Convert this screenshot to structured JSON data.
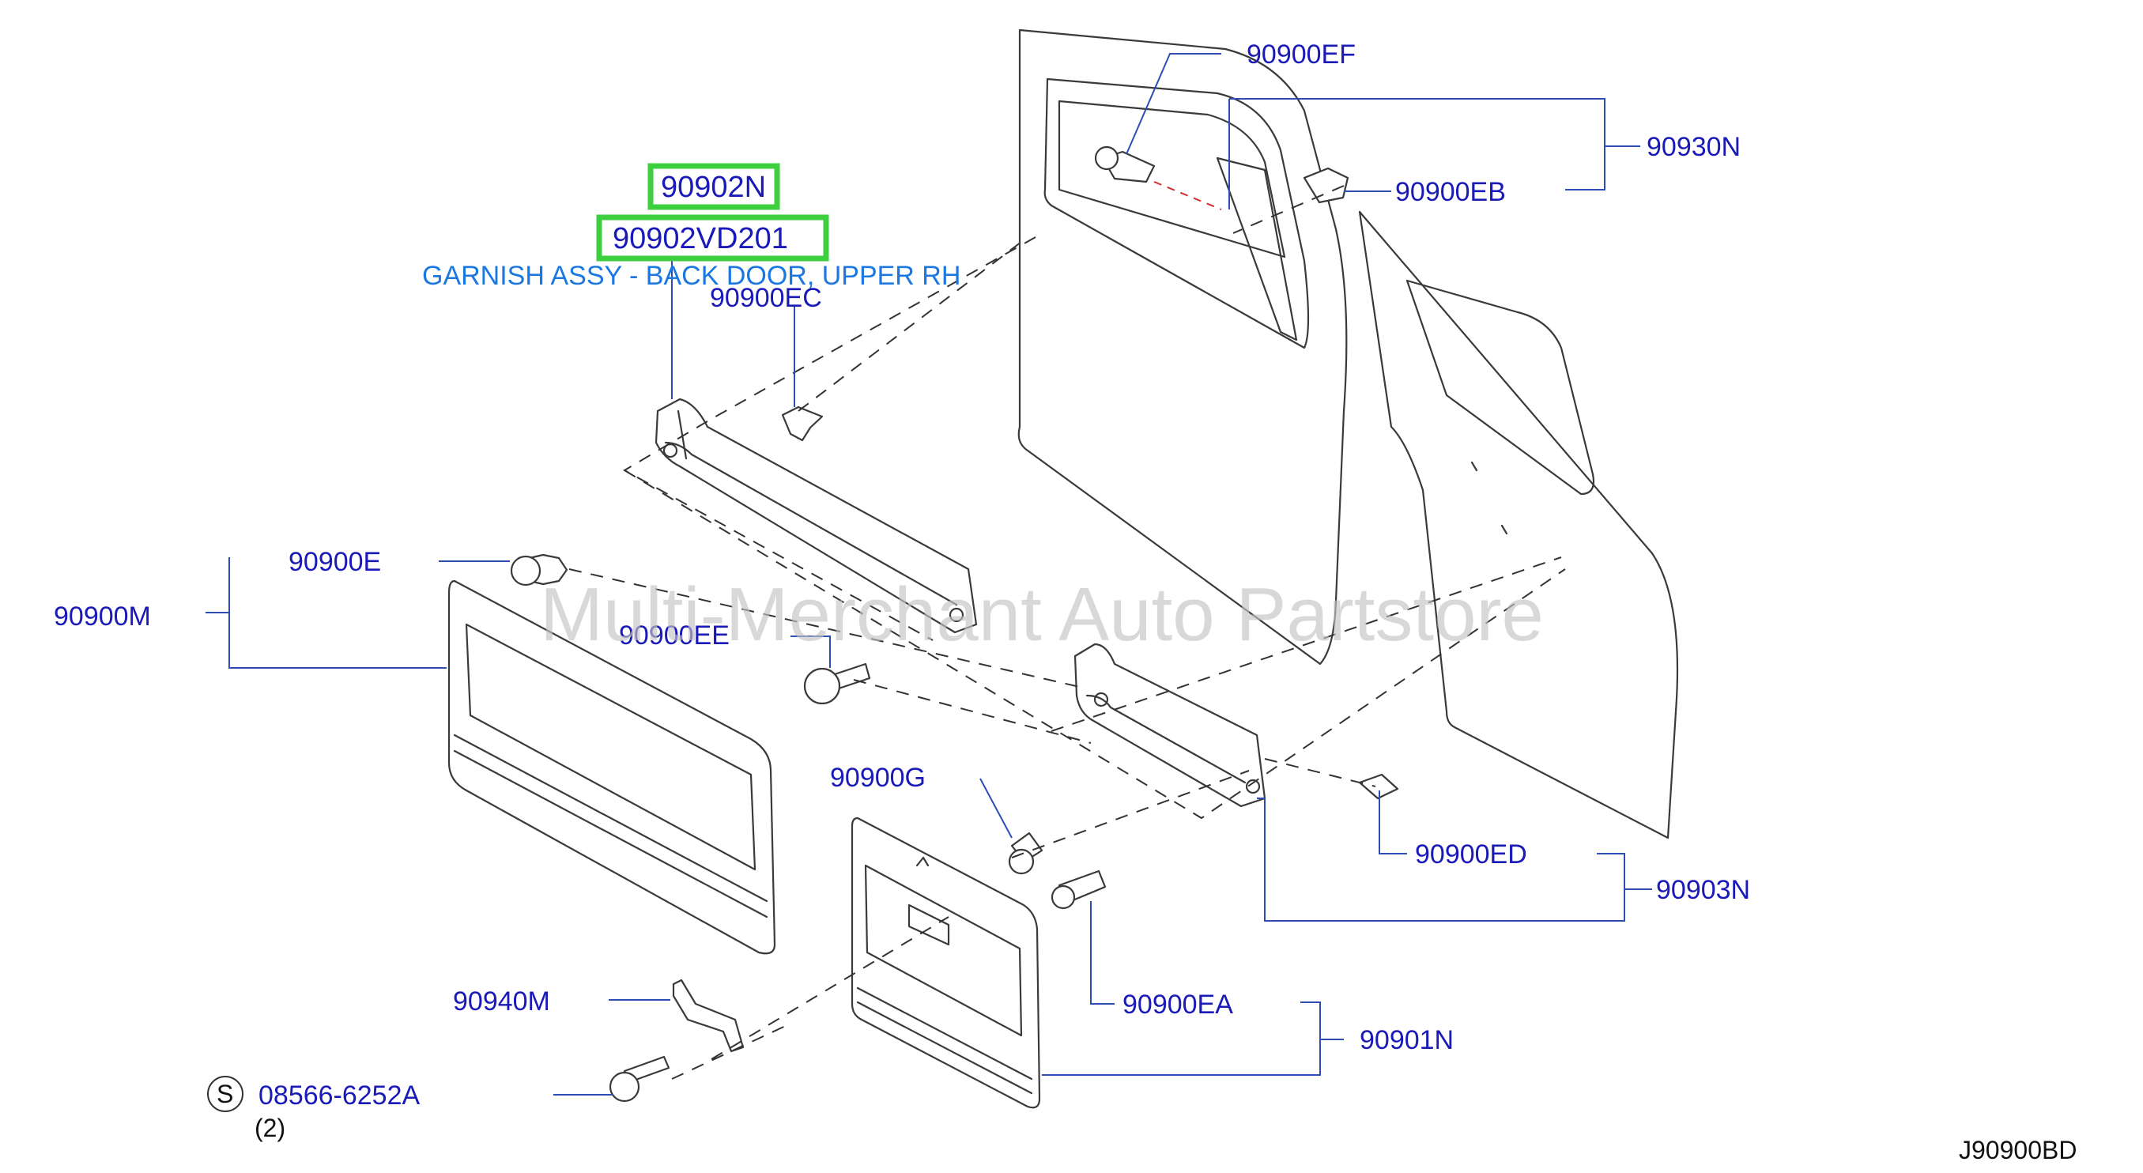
{
  "watermark": "Multi-Merchant Auto Partstore",
  "diagram_code": "J90900BD",
  "highlight": {
    "part_no_1": "90902N",
    "part_no_2": "90902VD201",
    "description": "GARNISH ASSY - BACK DOOR, UPPER RH"
  },
  "callouts": {
    "c_90900EF": "90900EF",
    "c_90930N": "90930N",
    "c_90900EB": "90900EB",
    "c_90900EC": "90900EC",
    "c_90900E": "90900E",
    "c_90900M": "90900M",
    "c_90900EE": "90900EE",
    "c_90900G": "90900G",
    "c_90900ED": "90900ED",
    "c_90903N": "90903N",
    "c_90940M": "90940M",
    "c_90900EA": "90900EA",
    "c_90901N": "90901N",
    "c_08566": "08566-6252A"
  },
  "screw": {
    "symbol": "S",
    "quantity": "(2)"
  }
}
